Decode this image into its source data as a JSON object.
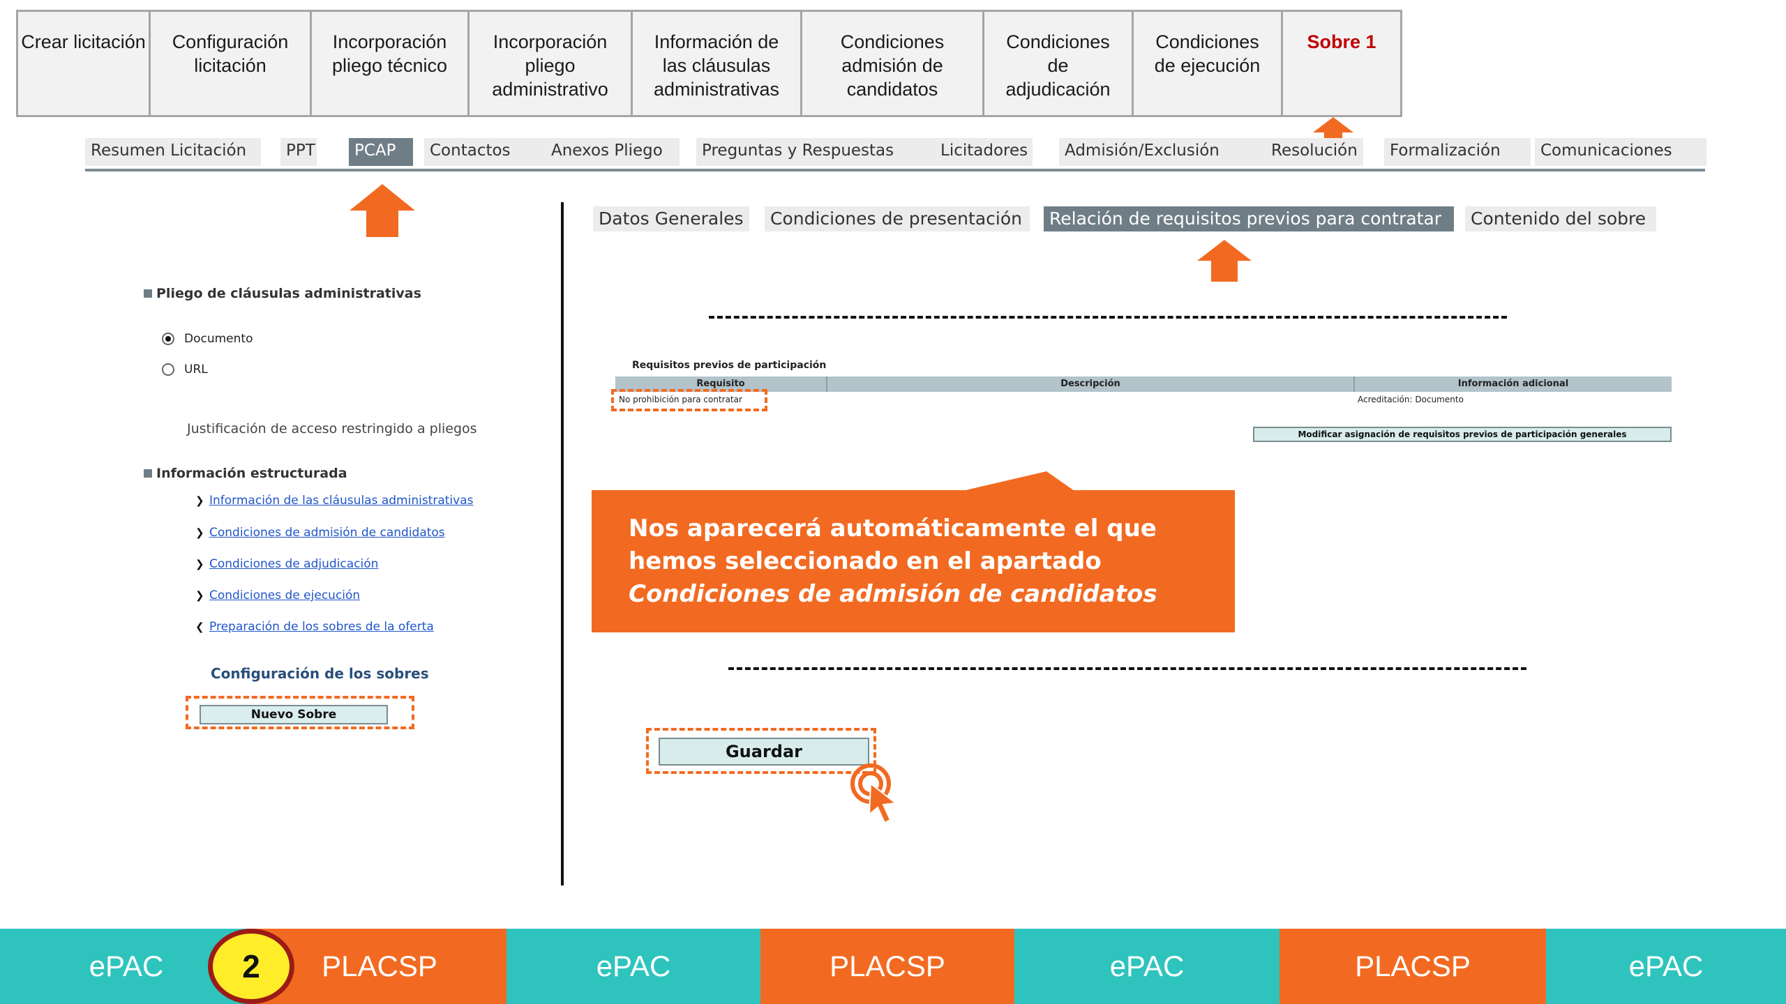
{
  "steps": [
    "Crear licitación",
    "Configuración licitación",
    "Incorporación pliego técnico",
    "Incorporación pliego administrativo",
    "Información de las cláusulas administrativas",
    "Condiciones admisión de candidatos",
    "Condiciones de adjudicación",
    "Condiciones de ejecución",
    "Sobre 1"
  ],
  "main_tabs": [
    "Resumen Licitación",
    "PPT",
    "PCAP",
    "Contactos",
    "Anexos Pliego",
    "Preguntas y Respuestas",
    "Licitadores",
    "Admisión/Exclusión",
    "Resolución",
    "Formalización",
    "Comunicaciones"
  ],
  "main_tabs_active": "PCAP",
  "sub_tabs": [
    "Datos Generales",
    "Condiciones de presentación",
    "Relación de requisitos previos para contratar",
    "Contenido del sobre"
  ],
  "sub_tabs_active": "Relación de requisitos previos para contratar",
  "left": {
    "pliego_title": "Pliego de cláusulas administrativas",
    "radio_documento": "Documento",
    "radio_url": "URL",
    "radio_selected": "Documento",
    "justificacion": "Justificación de acceso restringido a pliegos",
    "info_title": "Información estructurada",
    "links": [
      "Información de las cláusulas administrativas",
      "Condiciones de admisión de candidatos",
      "Condiciones de adjudicación",
      "Condiciones de ejecución",
      "Preparación de los sobres de la oferta"
    ],
    "config_title": "Configuración de los sobres",
    "nuevo_sobre": "Nuevo Sobre"
  },
  "requisitos": {
    "title": "Requisitos previos de participación",
    "headers": [
      "Requisito",
      "Descripción",
      "Información adicional"
    ],
    "row": {
      "requisito": "No prohibición para contratar",
      "info": "Acreditación: Documento"
    },
    "modify_button": "Modificar asignación de requisitos previos de participación generales"
  },
  "callout": {
    "text": "Nos aparecerá automáticamente el que hemos seleccionado en el apartado ",
    "emphasis": "Condiciones de admisión de candidatos"
  },
  "guardar": "Guardar",
  "bottom_strip": {
    "segments": [
      "ePAC",
      "PLACSP",
      "ePAC",
      "PLACSP",
      "ePAC",
      "PLACSP",
      "ePAC"
    ],
    "badge": "2"
  },
  "colors": {
    "orange": "#f26a21",
    "teal": "#2ec4bd",
    "active_red": "#c00000",
    "tab_active": "#6f7e86"
  }
}
